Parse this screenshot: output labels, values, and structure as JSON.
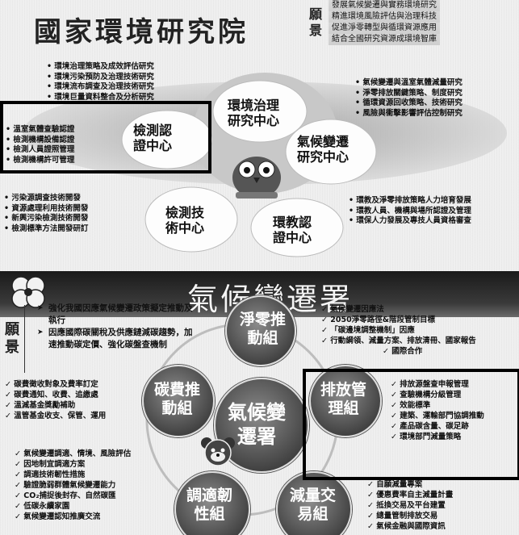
{
  "top": {
    "title": "國家環境研究院",
    "vision_label": [
      "願",
      "景"
    ],
    "vision_lines": [
      "發展氣候變遷與實務環境研究",
      "精進環境風險評估與治理科技",
      "促進淨零轉型與循環資源應用",
      "結合全國研究資源成環境智庫"
    ],
    "centers": [
      {
        "id": "env-gov",
        "lines": [
          "環境治理",
          "研究中心"
        ]
      },
      {
        "id": "testing-cert",
        "lines": [
          "檢測認",
          "證中心"
        ]
      },
      {
        "id": "climate",
        "lines": [
          "氣候變遷",
          "研究中心"
        ]
      },
      {
        "id": "testing-tech",
        "lines": [
          "檢測技",
          "術中心"
        ]
      },
      {
        "id": "env-edu",
        "lines": [
          "環教認",
          "證中心"
        ]
      }
    ],
    "env_gov_items": [
      "環境治理策略及成效評估研究",
      "環境污染預防及治理技術研究",
      "環境流布調查及治理技術研究",
      "環境巨量資料整合及分析研究"
    ],
    "cert_items": [
      "溫室氣體查驗認證",
      "檢測機構設備認證",
      "檢測人員證照管理",
      "檢測機構許可管理"
    ],
    "climate_items": [
      "氣候變遷與溫室氣體減量研究",
      "淨零排放關鍵策略、制度研究",
      "循環資源回收策略、技術研究",
      "風險與衝擊影響評估控制研究"
    ],
    "tech_items": [
      "污染源調查技術開發",
      "資源處理利用技術開發",
      "新興污染檢測技術開發",
      "檢測標準方法開發研訂"
    ],
    "edu_items": [
      "環教及淨零排放策略人力培育發展",
      "環教人員、機構與場所認證及管理",
      "環保人力發展及專技人員資格審查"
    ]
  },
  "bottom": {
    "title": "氣候變遷署",
    "vision_label": [
      "願",
      "景"
    ],
    "vision_items": [
      "強化我國因應氣候變遷政策擬定推動及執行",
      "因應國際碳關稅及供應鏈減碳趨勢，加速推動碳定價、強化碳盤查機制"
    ],
    "groups": [
      {
        "id": "net-zero",
        "lines": [
          "淨零推",
          "動組"
        ]
      },
      {
        "id": "carbon-fee",
        "lines": [
          "碳費推",
          "動組"
        ]
      },
      {
        "id": "climate-change",
        "lines": [
          "氣候變",
          "遷署"
        ]
      },
      {
        "id": "emission",
        "lines": [
          "排放管",
          "理組"
        ]
      },
      {
        "id": "adaptation",
        "lines": [
          "調適韌",
          "性組"
        ]
      },
      {
        "id": "reduction",
        "lines": [
          "減量交",
          "易組"
        ]
      }
    ],
    "net_zero_items": [
      "氣候變遷因應法",
      "2050淨零路徑&階段管制目標",
      "「碳邊境調整機制」因應",
      "行動綱領、減量方案、排放清冊、國家報告",
      "國際合作"
    ],
    "carbon_fee_items": [
      "碳費徵收對象及費率訂定",
      "碳費通知、收費、追繳處",
      "溫減基金獎勵補助",
      "溫管基金收支、保管、運用"
    ],
    "emission_items": [
      "排放源盤查申報管理",
      "查驗機構分級管理",
      "效能標準",
      "建築、運輸部門協調推動",
      "產品碳含量、碳足跡",
      "環境部門減量策略"
    ],
    "adaptation_items": [
      "氣候變遷調適、情境、風險評估",
      "因地制宜調適方案",
      "調適技術韌性措施",
      "驗證脆弱群體氣候變遷能力",
      "CO₂捕捉後封存、自然碳匯",
      "低碳永續家園",
      "氣候變遷認知推廣交流"
    ],
    "reduction_items": [
      "自願減量專案",
      "優惠費率自主減量計畫",
      "抵換交易及平台建置",
      "總量管制排放交易",
      "氣候金融與國際資訊"
    ]
  }
}
